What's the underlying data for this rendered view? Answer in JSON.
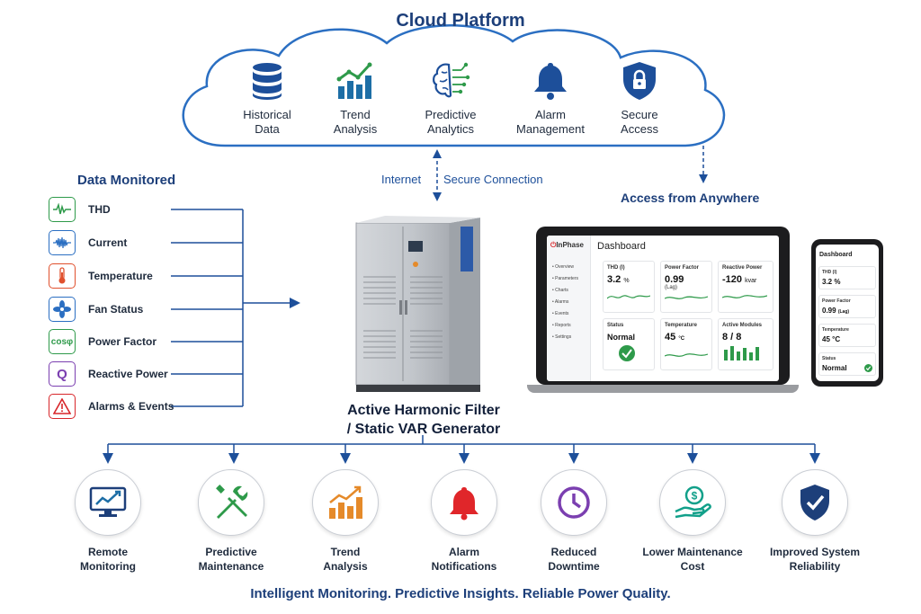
{
  "cloud": {
    "title": "Cloud Platform",
    "items": [
      {
        "label": "Historical\nData",
        "icon": "database-icon"
      },
      {
        "label": "Trend\nAnalysis",
        "icon": "trend-chart-icon"
      },
      {
        "label": "Predictive\nAnalytics",
        "icon": "brain-circuit-icon"
      },
      {
        "label": "Alarm\nManagement",
        "icon": "bell-icon"
      },
      {
        "label": "Secure\nAccess",
        "icon": "shield-lock-icon"
      }
    ]
  },
  "connection": {
    "left": "Internet",
    "right": "Secure Connection"
  },
  "access_label": "Access from Anywhere",
  "monitored": {
    "title": "Data Monitored",
    "items": [
      {
        "label": "THD",
        "icon": "waveform-icon",
        "color": "#2e9a4a"
      },
      {
        "label": "Current",
        "icon": "current-wave-icon",
        "color": "#2b6fc2"
      },
      {
        "label": "Temperature",
        "icon": "thermometer-icon",
        "color": "#e0502d"
      },
      {
        "label": "Fan Status",
        "icon": "fan-icon",
        "color": "#2b6fc2"
      },
      {
        "label": "Power Factor",
        "icon": "cosphi-icon",
        "color": "#2e9a4a",
        "glyph": "cosφ"
      },
      {
        "label": "Reactive Power",
        "icon": "q-icon",
        "color": "#7b3fb0",
        "glyph": "Q"
      },
      {
        "label": "Alarms & Events",
        "icon": "warning-icon",
        "color": "#d8262a"
      }
    ]
  },
  "device": {
    "title_line1": "Active Harmonic Filter",
    "title_line2": "/ Static VAR Generator"
  },
  "dashboard": {
    "brand_prefix": "InPhase",
    "title": "Dashboard",
    "nav": [
      "Overview",
      "Parameters",
      "Charts",
      "Alarms",
      "Events",
      "Reports",
      "Settings"
    ],
    "cards": [
      {
        "label": "THD (I)",
        "value": "3.2",
        "unit": "%"
      },
      {
        "label": "Power Factor",
        "value": "0.99",
        "sub": "(Lag)"
      },
      {
        "label": "Reactive Power",
        "value": "-120",
        "unit": "kvar"
      },
      {
        "label": "Status",
        "value": "Normal"
      },
      {
        "label": "Temperature",
        "value": "45",
        "unit": "°C"
      },
      {
        "label": "Active Modules",
        "value": "8 / 8"
      }
    ],
    "colors": {
      "accent_green": "#2e9a4a",
      "brand_red": "#d8262a"
    }
  },
  "phone": {
    "title": "Dashboard",
    "cards": [
      {
        "label": "THD (I)",
        "value": "3.2 %"
      },
      {
        "label": "Power Factor",
        "value": "0.99",
        "sub": "(Lag)"
      },
      {
        "label": "Temperature",
        "value": "45 °C"
      },
      {
        "label": "Status",
        "value": "Normal"
      }
    ]
  },
  "benefits": [
    {
      "label": "Remote\nMonitoring",
      "icon": "monitor-chart-icon"
    },
    {
      "label": "Predictive\nMaintenance",
      "icon": "wrench-screwdriver-icon"
    },
    {
      "label": "Trend\nAnalysis",
      "icon": "bar-trend-icon"
    },
    {
      "label": "Alarm\nNotifications",
      "icon": "alarm-bell-icon"
    },
    {
      "label": "Reduced\nDowntime",
      "icon": "clock-icon"
    },
    {
      "label": "Lower Maintenance\nCost",
      "icon": "hand-coin-icon"
    },
    {
      "label": "Improved System\nReliability",
      "icon": "shield-check-icon"
    }
  ],
  "tagline": "Intelligent Monitoring. Predictive Insights. Reliable Power Quality."
}
